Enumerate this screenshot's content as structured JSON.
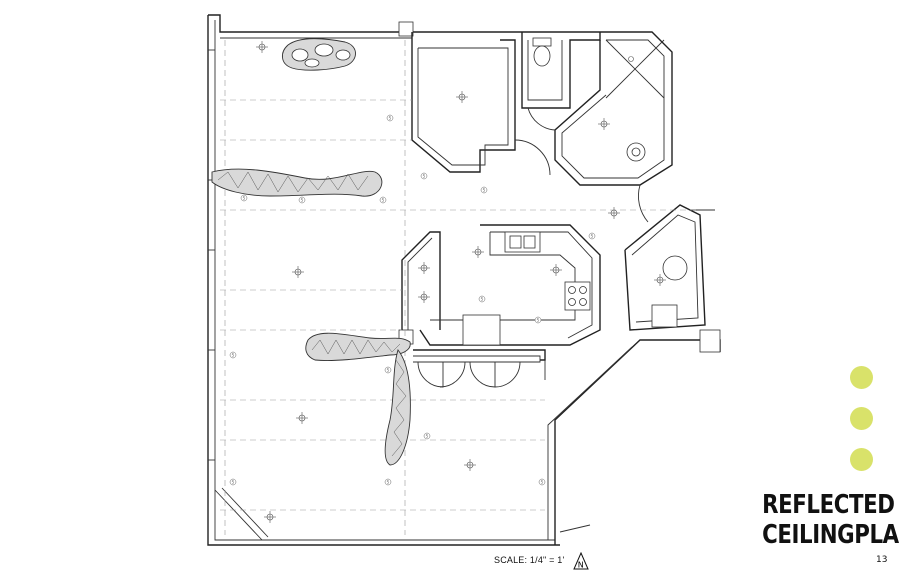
{
  "title": {
    "line1": "REFLECTED",
    "line2": "CEILINGPLAN"
  },
  "scale_label": "SCALE: 1/4\" = 1'",
  "north_letter": "N",
  "page_number": "13",
  "accent_color": "#d9e26a",
  "smoke_detector_letter": "S",
  "icons": [
    "north-arrow-icon",
    "ceiling-light-icon",
    "smoke-detector-icon",
    "toilet-icon",
    "sink-icon",
    "cooktop-icon"
  ]
}
